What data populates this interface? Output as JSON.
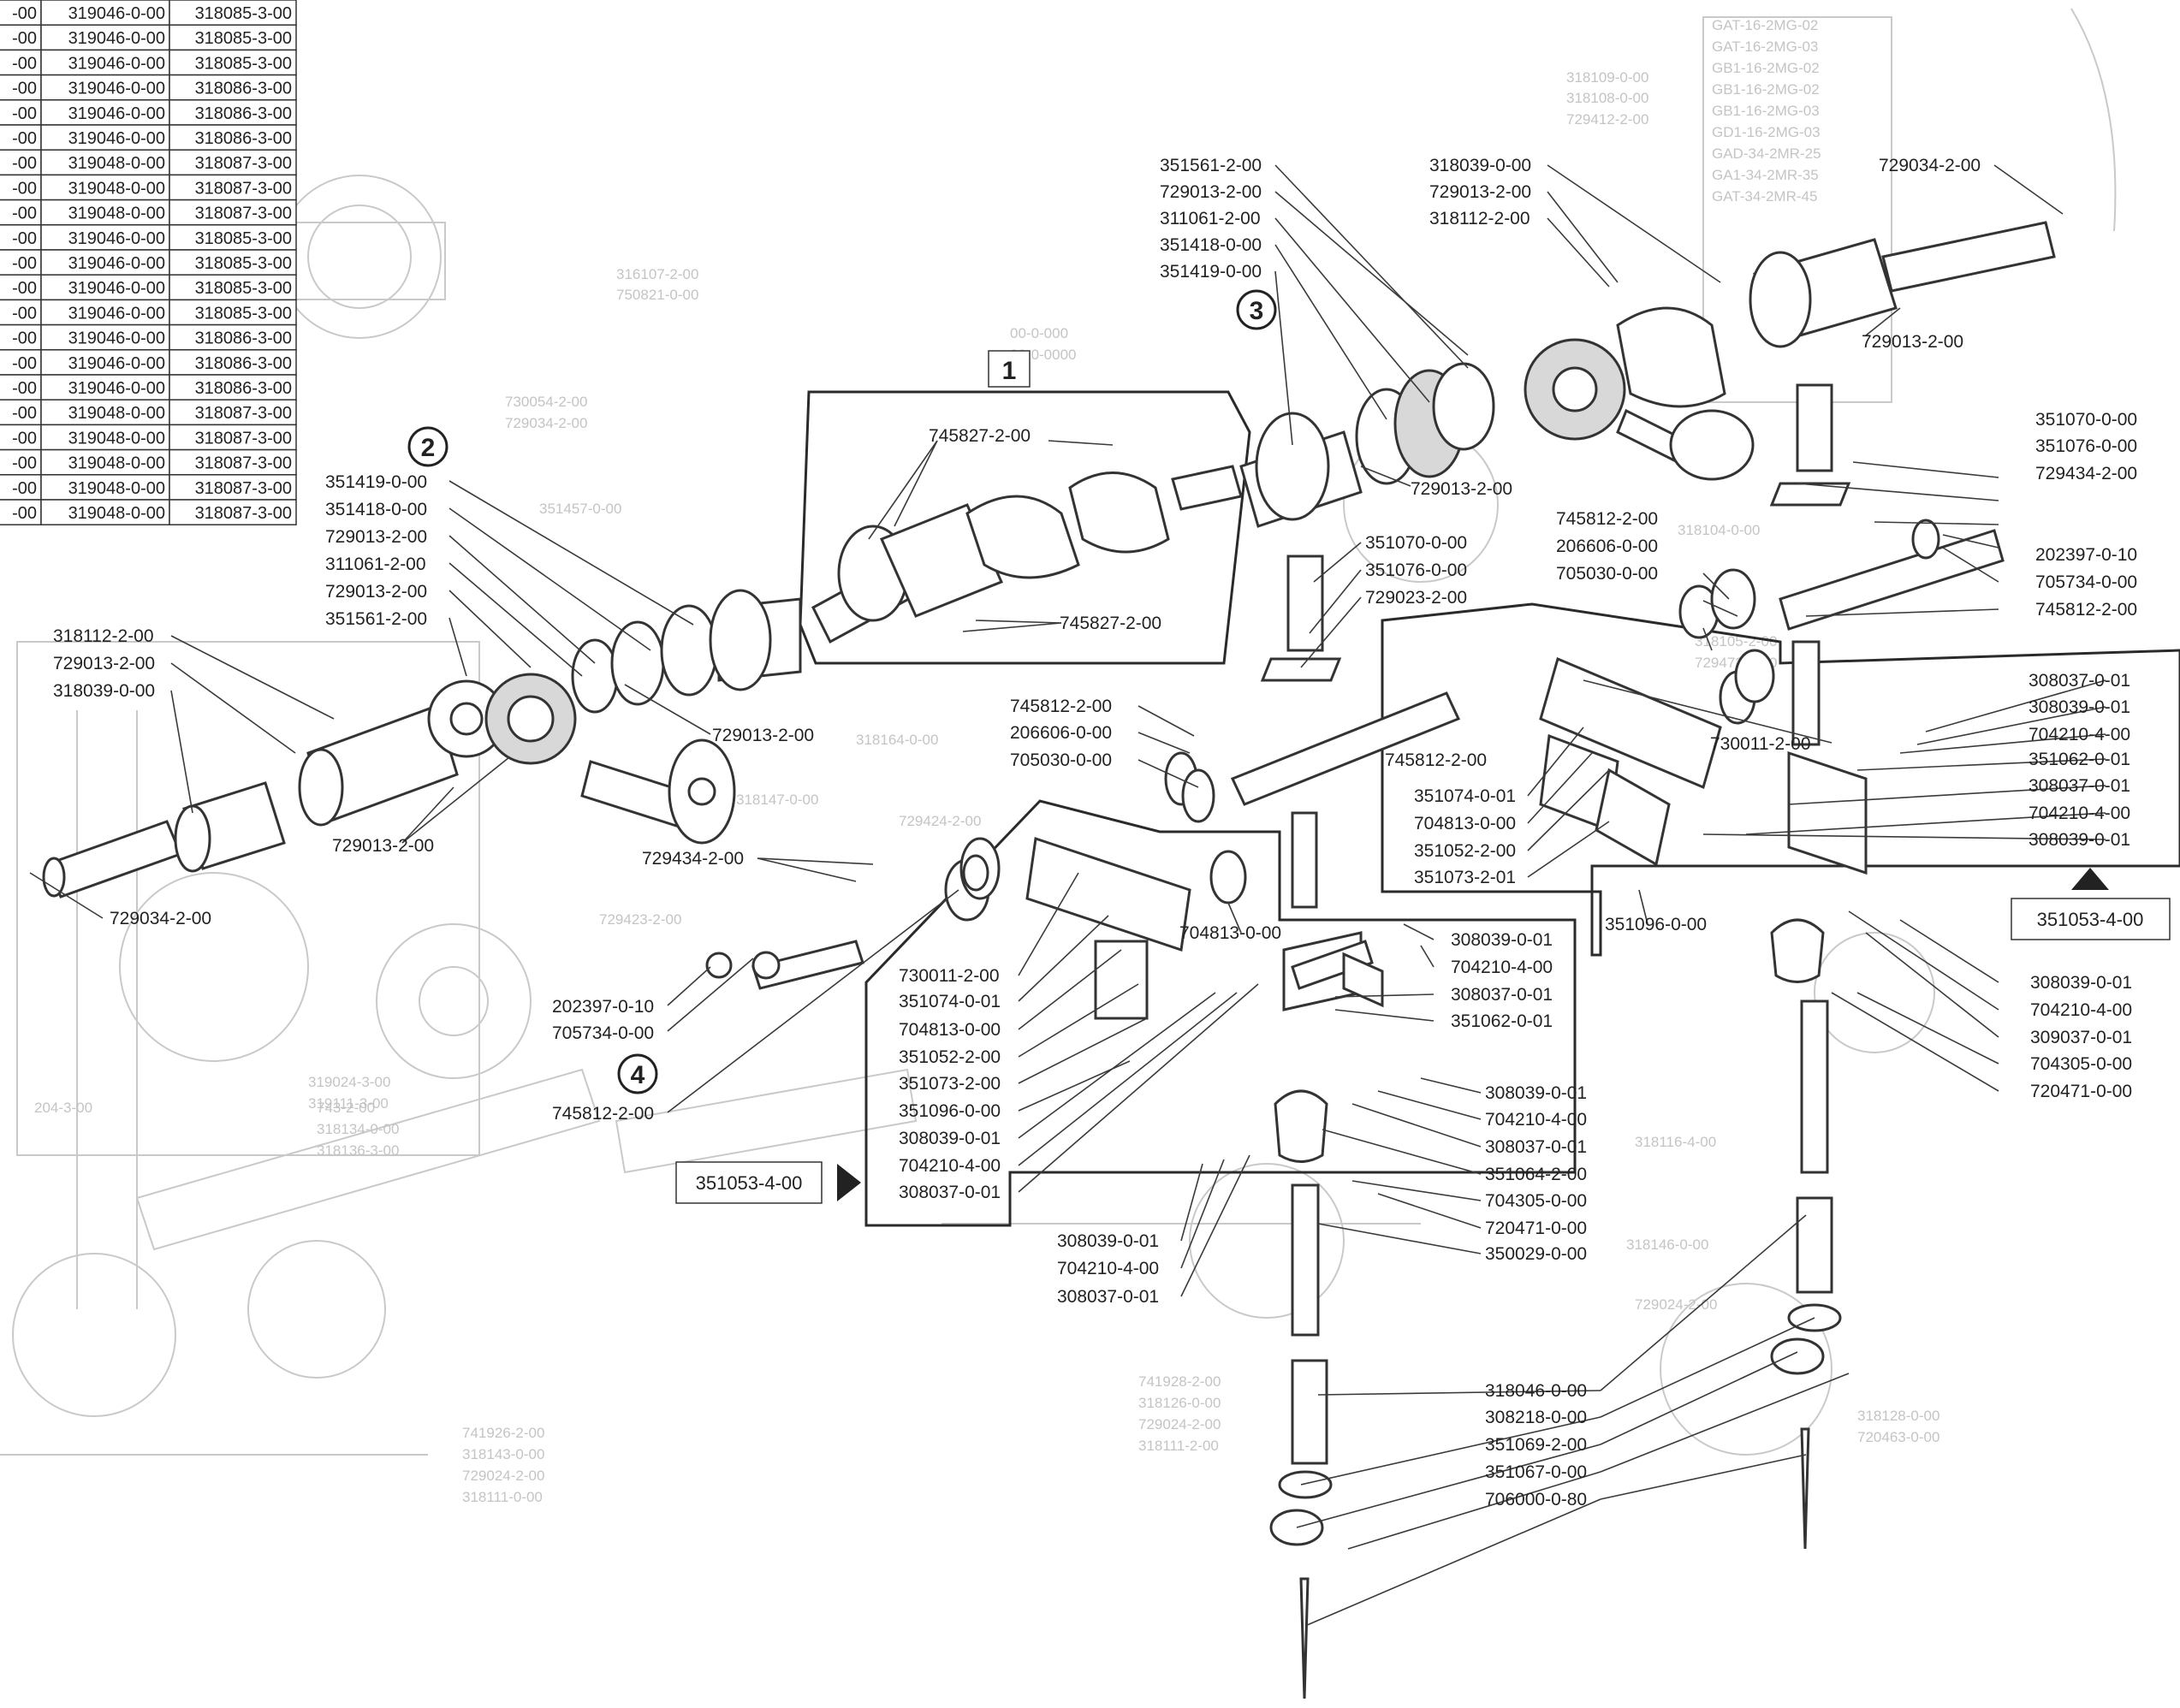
{
  "table": {
    "rows": [
      [
        "-00",
        "319046-0-00",
        "318085-3-00"
      ],
      [
        "-00",
        "319046-0-00",
        "318085-3-00"
      ],
      [
        "-00",
        "319046-0-00",
        "318085-3-00"
      ],
      [
        "-00",
        "319046-0-00",
        "318086-3-00"
      ],
      [
        "-00",
        "319046-0-00",
        "318086-3-00"
      ],
      [
        "-00",
        "319046-0-00",
        "318086-3-00"
      ],
      [
        "-00",
        "319048-0-00",
        "318087-3-00"
      ],
      [
        "-00",
        "319048-0-00",
        "318087-3-00"
      ],
      [
        "-00",
        "319048-0-00",
        "318087-3-00"
      ],
      [
        "-00",
        "319046-0-00",
        "318085-3-00"
      ],
      [
        "-00",
        "319046-0-00",
        "318085-3-00"
      ],
      [
        "-00",
        "319046-0-00",
        "318085-3-00"
      ],
      [
        "-00",
        "319046-0-00",
        "318085-3-00"
      ],
      [
        "-00",
        "319046-0-00",
        "318086-3-00"
      ],
      [
        "-00",
        "319046-0-00",
        "318086-3-00"
      ],
      [
        "-00",
        "319046-0-00",
        "318086-3-00"
      ],
      [
        "-00",
        "319048-0-00",
        "318087-3-00"
      ],
      [
        "-00",
        "319048-0-00",
        "318087-3-00"
      ],
      [
        "-00",
        "319048-0-00",
        "318087-3-00"
      ],
      [
        "-00",
        "319048-0-00",
        "318087-3-00"
      ],
      [
        "-00",
        "319048-0-00",
        "318087-3-00"
      ]
    ]
  },
  "groups": [
    {
      "label": "1",
      "style": "square"
    },
    {
      "label": "2",
      "style": "circle"
    },
    {
      "label": "3",
      "style": "circle"
    },
    {
      "label": "4",
      "style": "circle"
    }
  ],
  "ref_boxes": [
    {
      "label": "351053-4-00"
    },
    {
      "label": "351053-4-00"
    }
  ],
  "callouts": {
    "c1": "351561-2-00",
    "c2": "729013-2-00",
    "c3": "311061-2-00",
    "c4": "351418-0-00",
    "c5": "351419-0-00",
    "c6": "318039-0-00",
    "c7": "729013-2-00",
    "c8": "318112-2-00",
    "c9": "729034-2-00",
    "c10": "729013-2-00",
    "c11": "745827-2-00",
    "c12": "745827-2-00",
    "c13": "729013-2-00",
    "c14": "351419-0-00",
    "c15": "351418-0-00",
    "c16": "729013-2-00",
    "c17": "311061-2-00",
    "c18": "729013-2-00",
    "c19": "351561-2-00",
    "c20": "318112-2-00",
    "c21": "729013-2-00",
    "c22": "318039-0-00",
    "c23": "729013-2-00",
    "c24": "729013-2-00",
    "c25": "729034-2-00",
    "c26": "351070-0-00",
    "c27": "351076-0-00",
    "c28": "729023-2-00",
    "c29": "745812-2-00",
    "c30": "206606-0-00",
    "c31": "705030-0-00",
    "c32": "745812-2-00",
    "c33": "351070-0-00",
    "c34": "351076-0-00",
    "c35": "729434-2-00",
    "c36": "202397-0-10",
    "c37": "705734-0-00",
    "c38": "745812-2-00",
    "c39": "745812-2-00",
    "c40": "206606-0-00",
    "c41": "705030-0-00",
    "c42": "729434-2-00",
    "c43": "308037-0-01",
    "c44": "308039-0-01",
    "c45": "704210-4-00",
    "c46": "351062-0-01",
    "c47": "308037-0-01",
    "c48": "704210-4-00",
    "c49": "308039-0-01",
    "c50": "730011-2-00",
    "c51": "351074-0-01",
    "c52": "704813-0-00",
    "c53": "351052-2-00",
    "c54": "351073-2-01",
    "c55": "351096-0-00",
    "c56": "704813-0-00",
    "c57": "308039-0-01",
    "c58": "704210-4-00",
    "c59": "308037-0-01",
    "c60": "351062-0-01",
    "c61": "202397-0-10",
    "c62": "705734-0-00",
    "c63": "745812-2-00",
    "c64": "730011-2-00",
    "c65": "351074-0-01",
    "c66": "704813-0-00",
    "c67": "351052-2-00",
    "c68": "351073-2-00",
    "c69": "351096-0-00",
    "c70": "308039-0-01",
    "c71": "704210-4-00",
    "c72": "308037-0-01",
    "c73": "308039-0-01",
    "c74": "704210-4-00",
    "c75": "308037-0-01",
    "c76": "351064-2-00",
    "c77": "704305-0-00",
    "c78": "720471-0-00",
    "c79": "350029-0-00",
    "c80": "308039-0-01",
    "c81": "704210-4-00",
    "c82": "308037-0-01",
    "c83": "308039-0-01",
    "c84": "704210-4-00",
    "c85": "309037-0-01",
    "c86": "704305-0-00",
    "c87": "720471-0-00",
    "c88": "318046-0-00",
    "c89": "308218-0-00",
    "c90": "351069-2-00",
    "c91": "351067-0-00",
    "c92": "706000-0-80"
  }
}
